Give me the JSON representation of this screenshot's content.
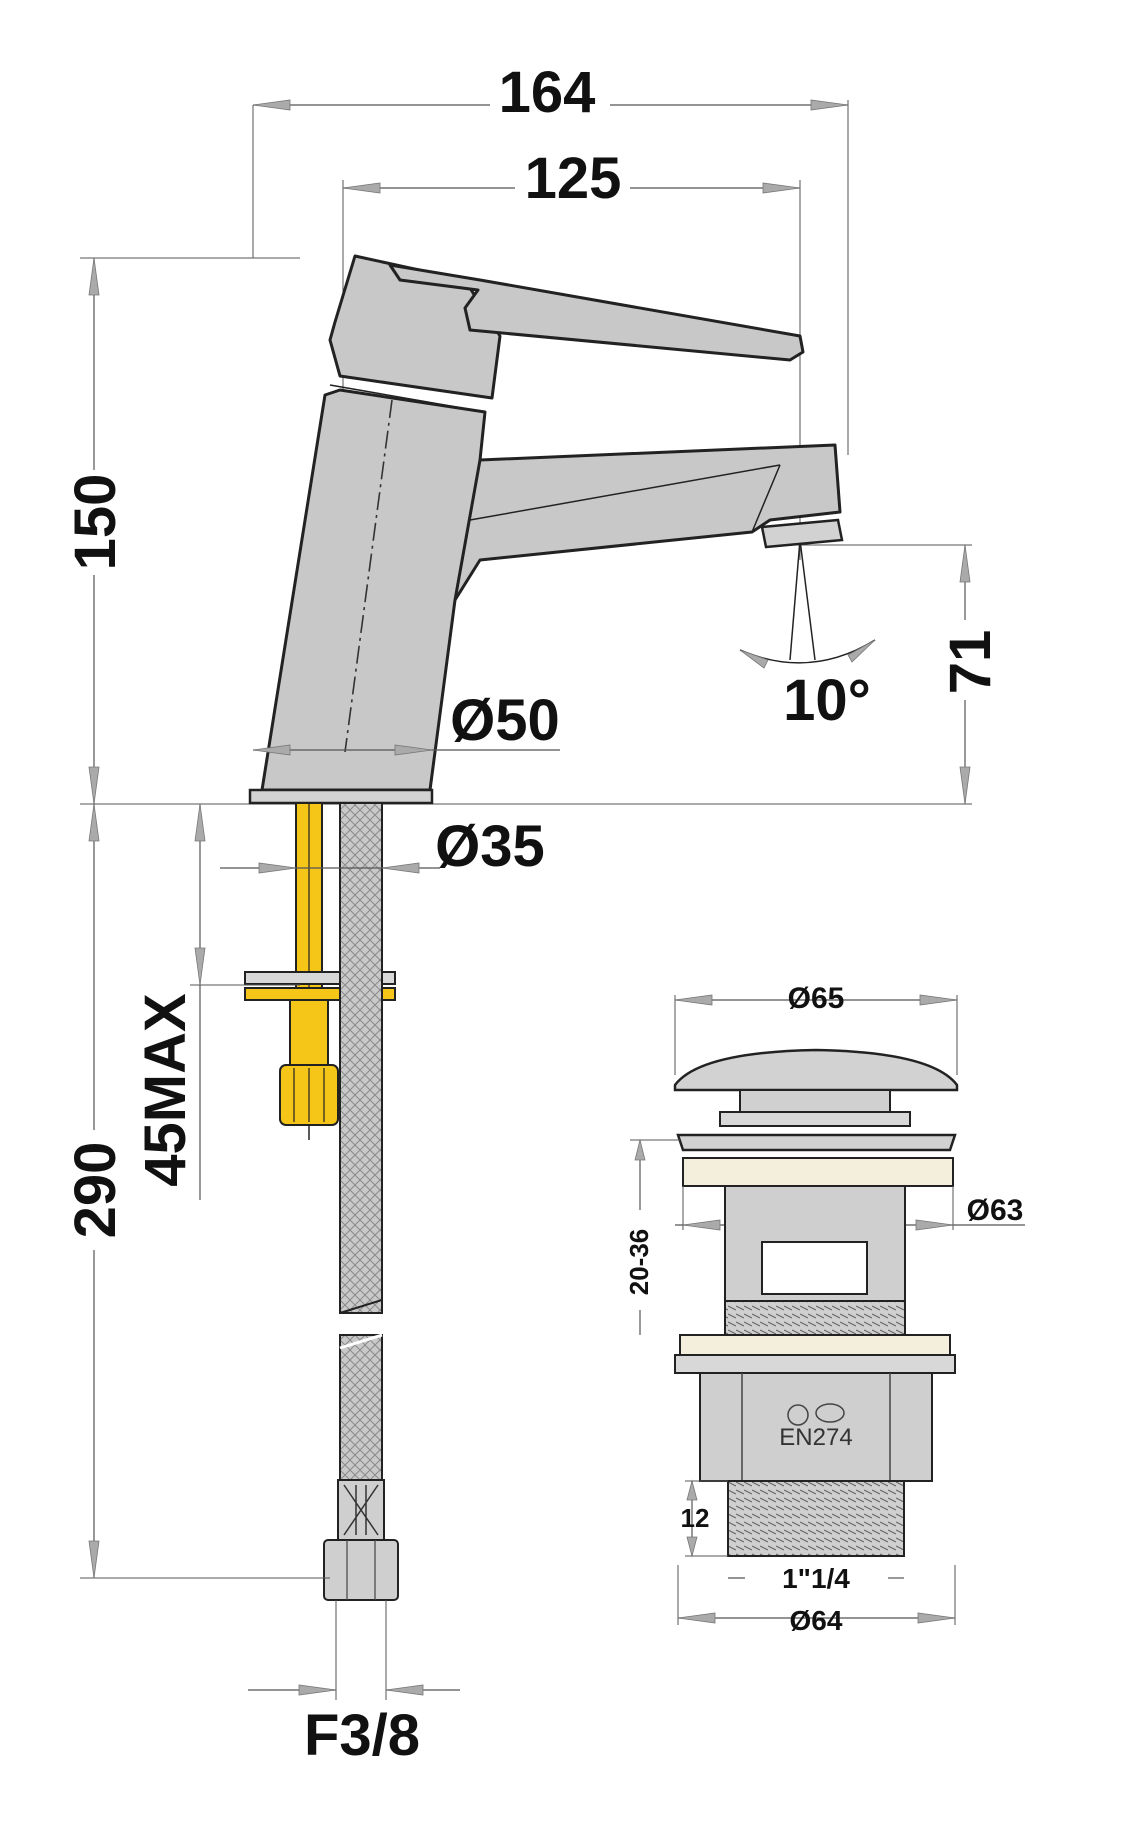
{
  "faucet": {
    "width_overall": "164",
    "width_spout": "125",
    "height_body": "150",
    "spout_height": "71",
    "spout_angle": "10°",
    "base_diameter": "Ø50",
    "hole_diameter": "Ø35",
    "max_thickness": "45MAX",
    "hose_length": "290",
    "hose_connection": "F3/8"
  },
  "drain": {
    "cap_diameter": "Ø65",
    "flange_diameter": "Ø63",
    "thickness_range": "20-36",
    "certification": "EN274",
    "thread_length": "12",
    "thread_size": "1\"1/4",
    "thread_diameter": "Ø64"
  },
  "colors": {
    "body": "#c8c8c8",
    "yellow_rod": "#f5c518",
    "gasket": "#f3efdc"
  }
}
